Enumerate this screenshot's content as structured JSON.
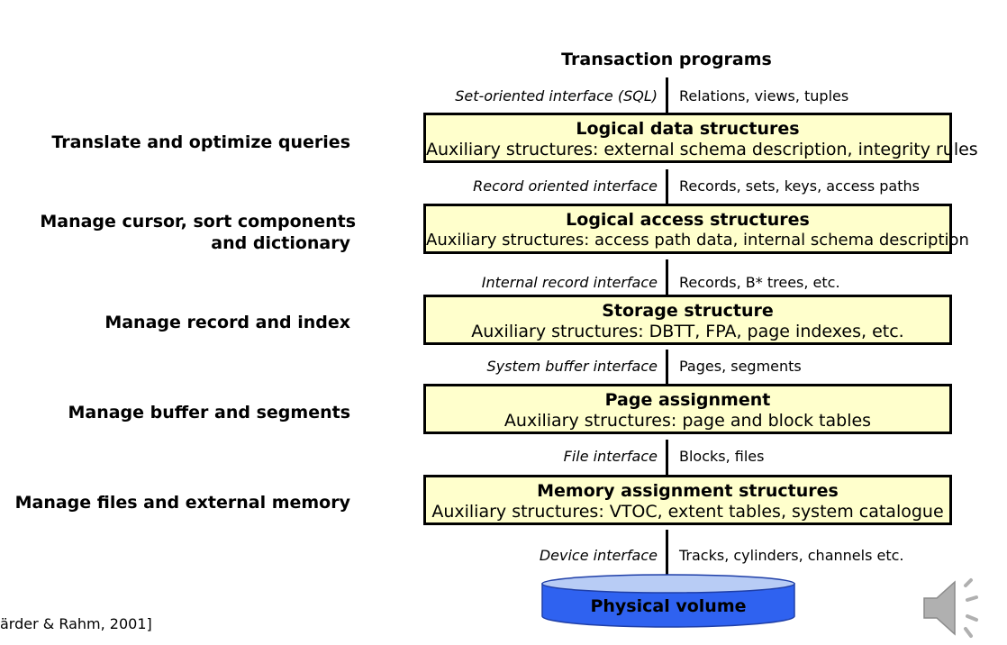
{
  "top_title": "Transaction programs",
  "interfaces": [
    {
      "name": "Set-oriented interface (SQL)",
      "objects": "Relations, views, tuples"
    },
    {
      "name": "Record oriented interface",
      "objects": "Records, sets, keys, access paths"
    },
    {
      "name": "Internal record interface",
      "objects": "Records, B* trees, etc."
    },
    {
      "name": "System buffer interface",
      "objects": "Pages, segments"
    },
    {
      "name": "File interface",
      "objects": "Blocks, files"
    },
    {
      "name": "Device interface",
      "objects": "Tracks, cylinders, channels etc."
    }
  ],
  "layers": [
    {
      "title": "Logical data structures",
      "subtitle": "Auxiliary structures: external schema description, integrity rules"
    },
    {
      "title": "Logical access structures",
      "subtitle": "Auxiliary structures: access path data, internal schema description"
    },
    {
      "title": "Storage structure",
      "subtitle": "Auxiliary structures: DBTT, FPA, page indexes, etc."
    },
    {
      "title": "Page assignment",
      "subtitle": "Auxiliary structures: page and block tables"
    },
    {
      "title": "Memory assignment structures",
      "subtitle": "Auxiliary structures: VTOC, extent tables, system catalogue"
    }
  ],
  "tasks": [
    {
      "line1": "Translate and optimize queries"
    },
    {
      "line1": "Manage cursor, sort components",
      "line2": "and dictionary"
    },
    {
      "line1": "Manage record and index"
    },
    {
      "line1": "Manage buffer and segments"
    },
    {
      "line1": "Manage files and external memory"
    }
  ],
  "physical_volume": "Physical volume",
  "citation": "ärder & Rahm, 2001]",
  "colors": {
    "layer_fill": "#ffffcc",
    "disk_fill": "#2f62f0",
    "disk_top": "#b8ccf5"
  },
  "icons": {
    "audio": "speaker-icon"
  }
}
